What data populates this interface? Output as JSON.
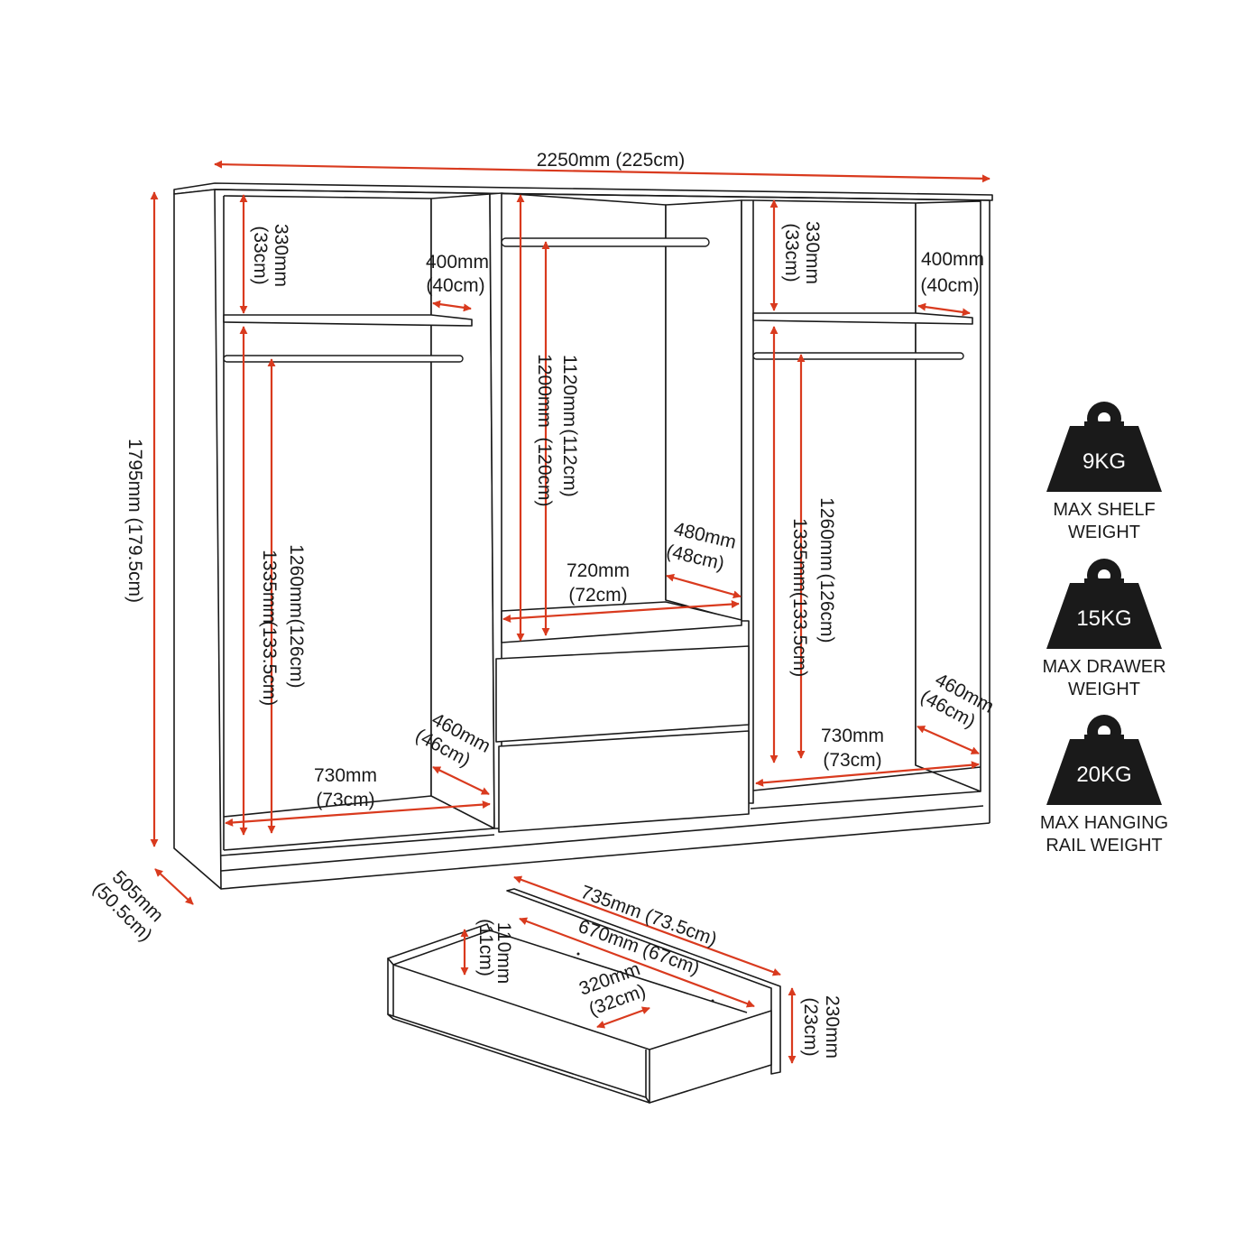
{
  "colors": {
    "dimension": "#d93a1e",
    "outline": "#1a1a1a",
    "weight_icon": "#1a1a1a"
  },
  "dimensions": {
    "width": "2250mm (225cm)",
    "height": "1795mm (179.5cm)",
    "depth": {
      "mm": "505mm",
      "cm": "(50.5cm)"
    },
    "left_top_shelf": {
      "mm": "330mm",
      "cm": "(33cm)"
    },
    "left_shelf_depth": {
      "mm": "400mm",
      "cm": "(40cm)"
    },
    "left_hanging": {
      "mm": "1260mm",
      "cm": "(126cm)"
    },
    "left_full": {
      "mm": "1335mm",
      "cm": "(133.5cm)"
    },
    "left_depth_bottom": {
      "mm": "460mm",
      "cm": "(46cm)"
    },
    "left_width": {
      "mm": "730mm",
      "cm": "(73cm)"
    },
    "center_hanging": {
      "mm": "1120mm",
      "cm": "(112cm)"
    },
    "center_full": {
      "mm": "1200mm",
      "cm": "(120cm)"
    },
    "center_depth": {
      "mm": "480mm",
      "cm": "(48cm)"
    },
    "center_width": {
      "mm": "720mm",
      "cm": "(72cm)"
    },
    "right_top_shelf": {
      "mm": "330mm",
      "cm": "(33cm)"
    },
    "right_shelf_depth": {
      "mm": "400mm",
      "cm": "(40cm)"
    },
    "right_full": {
      "mm": "1335mm",
      "cm": "(133.5cm)"
    },
    "right_hanging": {
      "mm": "1260mm",
      "cm": "(126cm)"
    },
    "right_depth_bottom": {
      "mm": "460mm",
      "cm": "(46cm)"
    },
    "right_width": {
      "mm": "730mm",
      "cm": "(73cm)"
    },
    "drawer_outer_width": "735mm (73.5cm)",
    "drawer_inner_width": "670mm (67cm)",
    "drawer_inner_depth": {
      "mm": "320mm",
      "cm": "(32cm)"
    },
    "drawer_inner_height": {
      "mm": "110mm",
      "cm": "(11cm)"
    },
    "drawer_height": {
      "mm": "230mm",
      "cm": "(23cm)"
    }
  },
  "weights": [
    {
      "value": "9KG",
      "caption": [
        "MAX SHELF",
        "WEIGHT"
      ]
    },
    {
      "value": "15KG",
      "caption": [
        "MAX DRAWER",
        "WEIGHT"
      ]
    },
    {
      "value": "20KG",
      "caption": [
        "MAX HANGING",
        "RAIL WEIGHT"
      ]
    }
  ]
}
